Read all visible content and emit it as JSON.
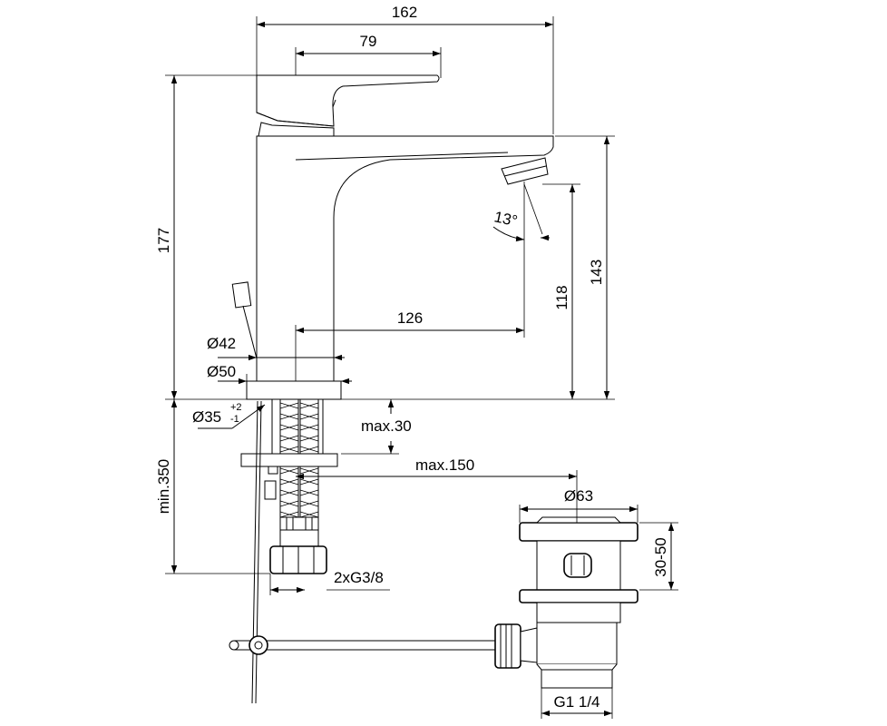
{
  "dimensions": {
    "width_total": "162",
    "lever_length": "79",
    "height_total": "177",
    "spout_height": "143",
    "outlet_height": "118",
    "projection": "126",
    "angle": "13°",
    "diameter_42": "Ø42",
    "diameter_50": "Ø50",
    "diameter_35": "Ø35",
    "tolerance_plus": "+2",
    "tolerance_minus": "-1",
    "max_thickness": "max.30",
    "min_hose": "min.350",
    "max_reach": "max.150",
    "connection": "2xG3/8",
    "waste_diameter": "Ø63",
    "waste_range": "30-50",
    "waste_thread": "G1 1/4"
  }
}
